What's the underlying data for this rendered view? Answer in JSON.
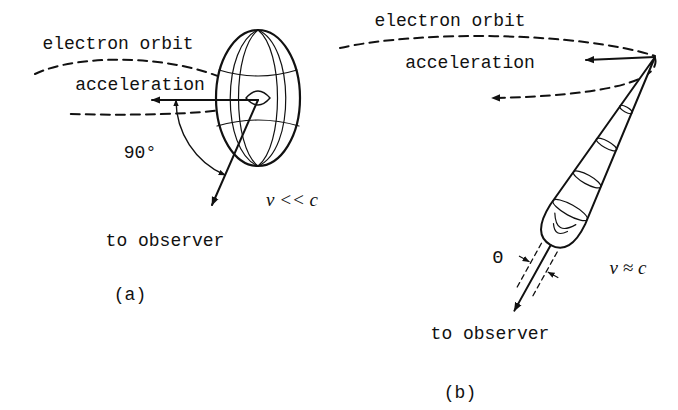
{
  "diagram": {
    "labels": [
      "electron orbit",
      "acceleration",
      "90°",
      "to observer",
      "v << c",
      "(a)",
      "electron orbit",
      "acceleration",
      "Θ",
      "v ≈ c",
      "to observer",
      "(b)"
    ]
  }
}
